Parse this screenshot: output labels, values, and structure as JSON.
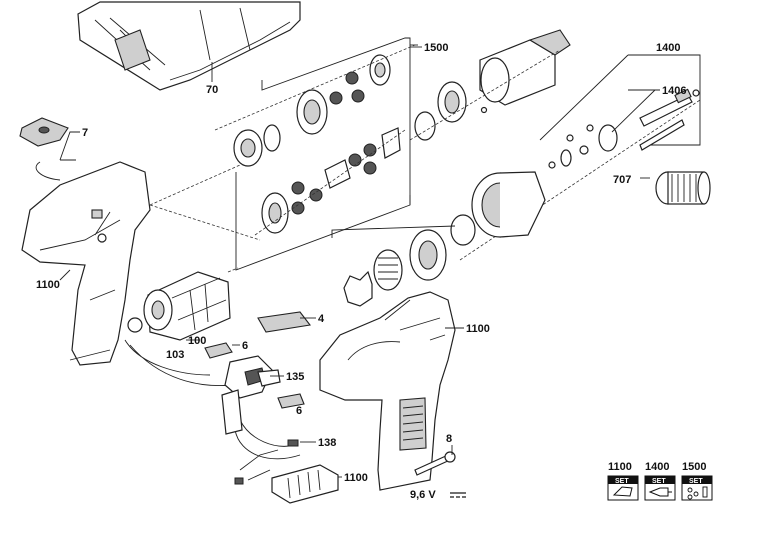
{
  "labels": {
    "case": "70",
    "gearbox_group": "1500",
    "chuck_group": "1400",
    "spindle": "1406",
    "clip": "7",
    "chuck": "707",
    "housing_left": "1100",
    "plate": "4",
    "housing_right": "1100",
    "motor": "100",
    "motor_pinion": "103",
    "insulator_a": "6",
    "switch": "135",
    "insulator_b": "6",
    "wiring": "138",
    "screw": "8",
    "terminal_block": "1100",
    "voltage": "9,6 V"
  },
  "sets": [
    {
      "number": "1100",
      "header": "SET",
      "icon": "housing-set-icon"
    },
    {
      "number": "1400",
      "header": "SET",
      "icon": "chuck-set-icon"
    },
    {
      "number": "1500",
      "header": "SET",
      "icon": "gear-set-icon"
    }
  ]
}
